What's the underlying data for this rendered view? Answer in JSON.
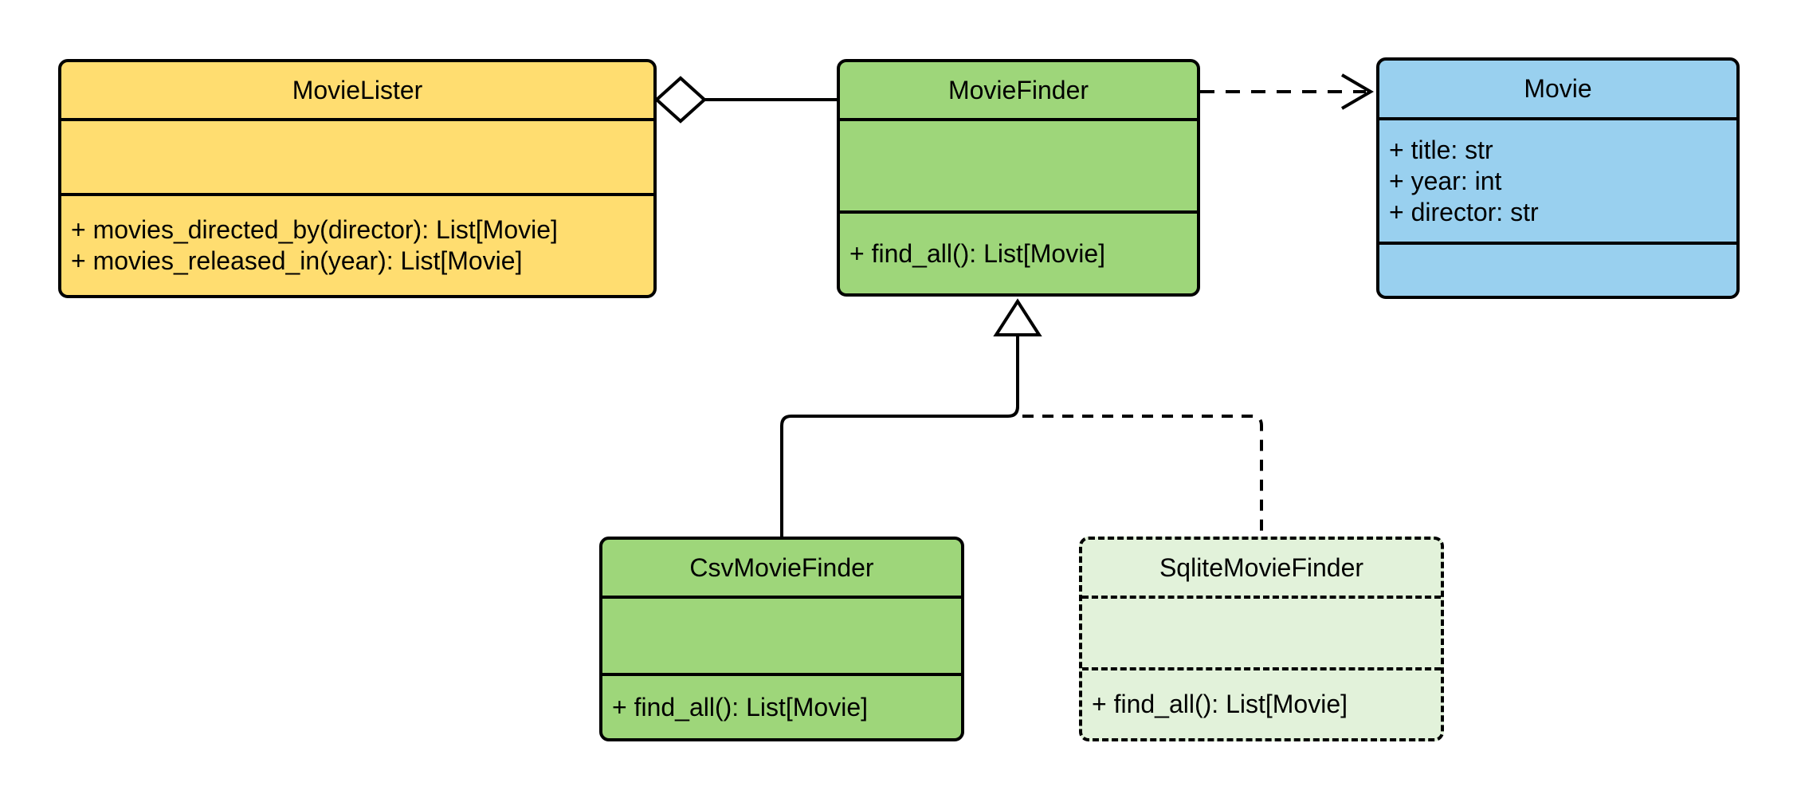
{
  "diagram": {
    "kind": "uml-class-diagram",
    "background_color": "#ffffff",
    "stroke_color": "#000000",
    "classes": [
      {
        "name": "MovieLister",
        "fill": "#FFDD70",
        "border_style": "solid",
        "attributes": [],
        "methods": [
          "+ movies_directed_by(director): List[Movie]",
          "+ movies_released_in(year): List[Movie]"
        ]
      },
      {
        "name": "MovieFinder",
        "fill": "#9ED67A",
        "border_style": "solid",
        "attributes": [],
        "methods": [
          "+ find_all(): List[Movie]"
        ]
      },
      {
        "name": "Movie",
        "fill": "#99D0EF",
        "border_style": "solid",
        "attributes": [
          "+ title: str",
          "+ year: int",
          "+ director: str"
        ],
        "methods": []
      },
      {
        "name": "CsvMovieFinder",
        "fill": "#9ED67A",
        "border_style": "solid",
        "attributes": [],
        "methods": [
          "+ find_all(): List[Movie]"
        ]
      },
      {
        "name": "SqliteMovieFinder",
        "fill": "#E2F2DA",
        "border_style": "dashed",
        "attributes": [],
        "methods": [
          "+ find_all(): List[Movie]"
        ]
      }
    ],
    "relationships": [
      {
        "type": "aggregation",
        "from": "MovieLister",
        "to": "MovieFinder",
        "line_style": "solid",
        "marker": "open-diamond"
      },
      {
        "type": "dependency",
        "from": "MovieFinder",
        "to": "Movie",
        "line_style": "dashed",
        "marker": "open-arrow"
      },
      {
        "type": "generalization",
        "from": "CsvMovieFinder",
        "to": "MovieFinder",
        "line_style": "solid",
        "marker": "hollow-triangle"
      },
      {
        "type": "generalization",
        "from": "SqliteMovieFinder",
        "to": "MovieFinder",
        "line_style": "dashed",
        "marker": "hollow-triangle"
      }
    ]
  }
}
